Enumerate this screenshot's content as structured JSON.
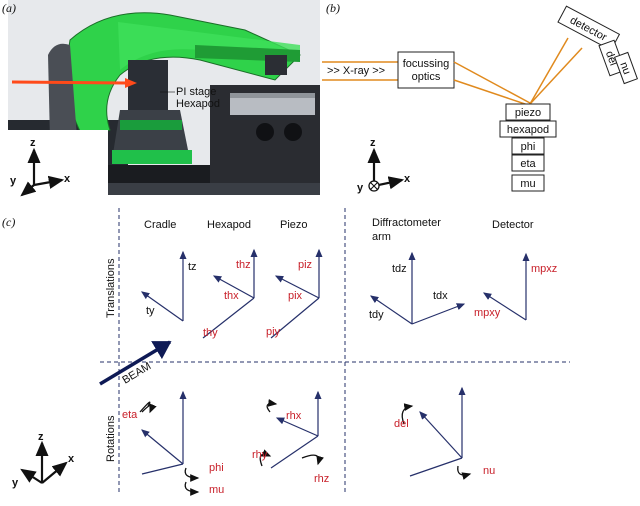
{
  "panels": {
    "a": "(a)",
    "b": "(b)",
    "c": "(c)"
  },
  "photo": {
    "labels": {
      "pi_stage": "PI stage",
      "hexapod": "Hexapod"
    }
  },
  "axes_a": {
    "z": "z",
    "y": "y",
    "x": "x"
  },
  "schematic": {
    "beam_label": ">> X-ray >>",
    "optics": [
      "focussing",
      "optics"
    ],
    "detector": "detector",
    "del": "del",
    "nu": "nu",
    "stack": [
      "piezo",
      "hexapod",
      "phi",
      "eta",
      "mu"
    ],
    "axes": {
      "z": "z",
      "y": "y",
      "x": "x"
    }
  },
  "grid": {
    "columns": {
      "cradle": "Cradle",
      "hexapod": "Hexapod",
      "piezo": "Piezo",
      "arm": [
        "Diffractometer",
        "arm"
      ],
      "detector": "Detector"
    },
    "rows": {
      "translations": "Translations",
      "rotations": "Rotations"
    },
    "beam": "BEAM",
    "translations": {
      "cradle": [
        "tz",
        "ty"
      ],
      "hexapod": [
        "thz",
        "thx",
        "thy"
      ],
      "piezo": [
        "piz",
        "pix",
        "piy"
      ],
      "arm": [
        "tdz",
        "tdx",
        "tdy"
      ],
      "detector": [
        "mpxz",
        "mpxy"
      ]
    },
    "rotations": {
      "cradle": [
        "eta",
        "phi",
        "mu"
      ],
      "hexapod": [
        "rhx",
        "rhy",
        "rhz"
      ],
      "arm": [
        "del",
        "nu"
      ]
    }
  },
  "axes_c": {
    "z": "z",
    "y": "y",
    "x": "x"
  },
  "colors": {
    "red_label": "#c8202a",
    "axis_navy": "#26306a",
    "beam_orange": "#e08a1e",
    "green_frame": "#2fd24a"
  }
}
